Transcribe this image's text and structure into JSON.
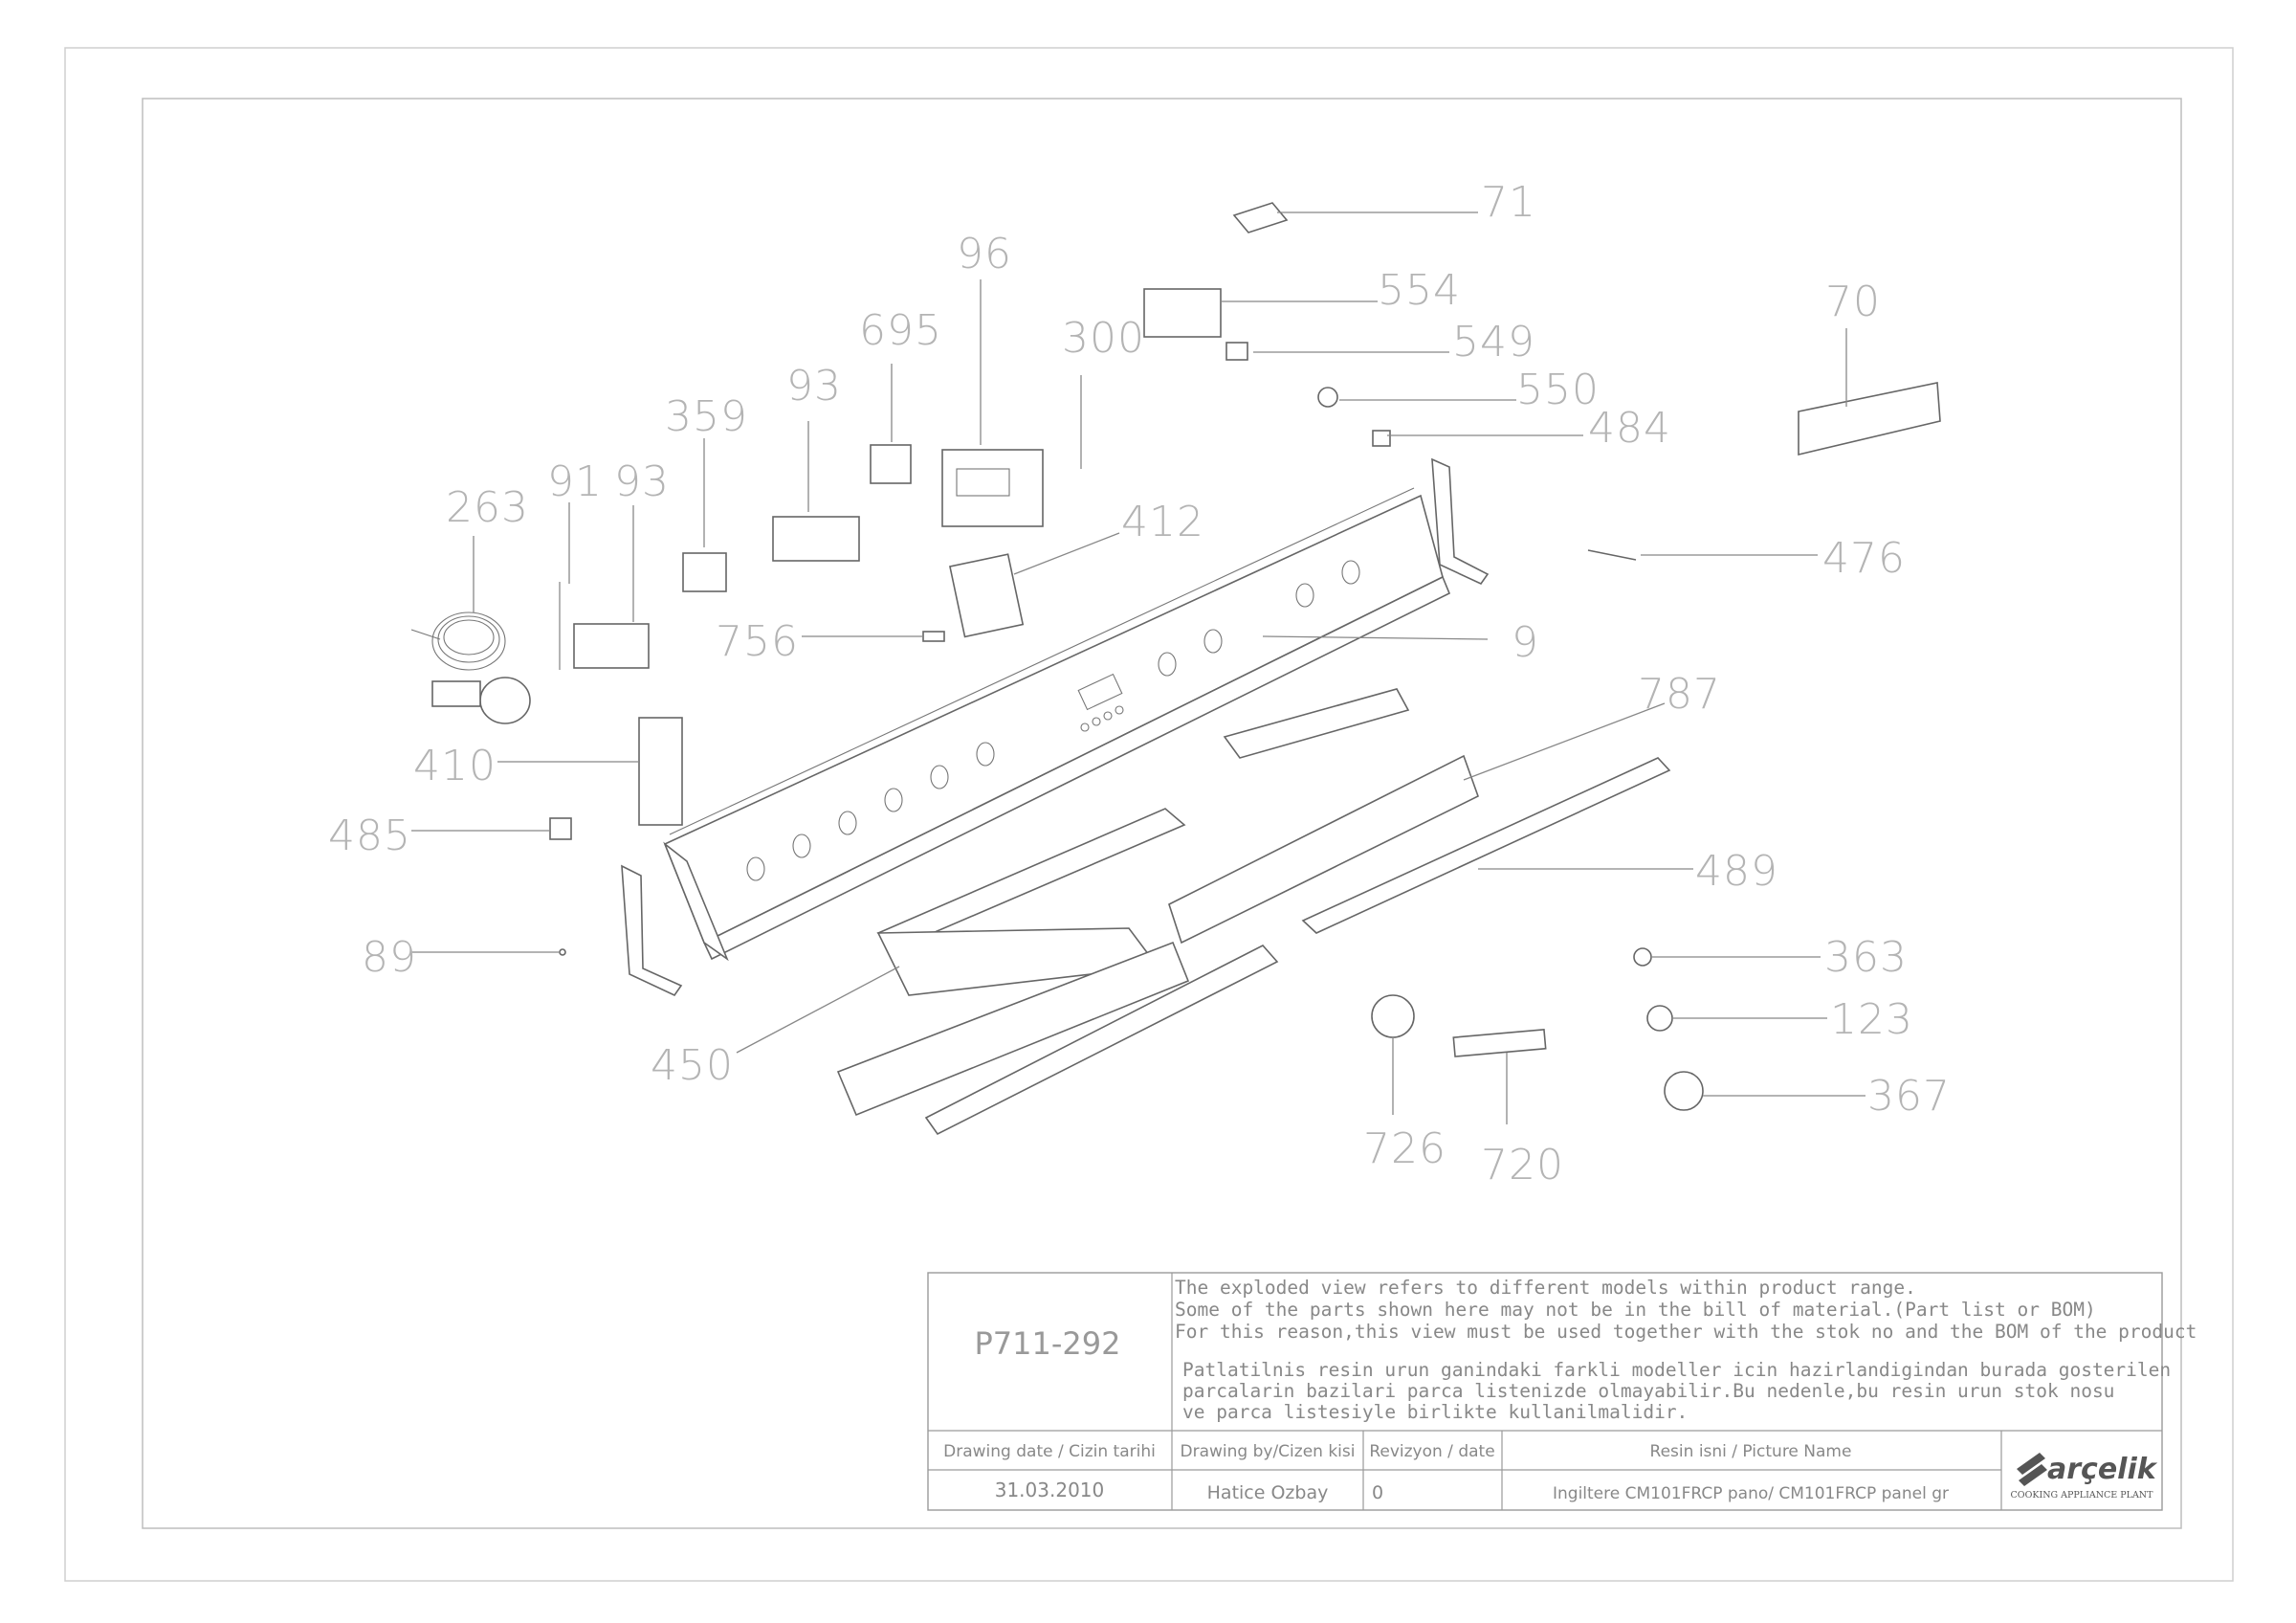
{
  "parts": [
    {
      "id": "71",
      "label": "71"
    },
    {
      "id": "96",
      "label": "96"
    },
    {
      "id": "554",
      "label": "554"
    },
    {
      "id": "70",
      "label": "70"
    },
    {
      "id": "695",
      "label": "695"
    },
    {
      "id": "300",
      "label": "300"
    },
    {
      "id": "549",
      "label": "549"
    },
    {
      "id": "550",
      "label": "550"
    },
    {
      "id": "93a",
      "label": "93"
    },
    {
      "id": "484",
      "label": "484"
    },
    {
      "id": "359",
      "label": "359"
    },
    {
      "id": "263",
      "label": "263"
    },
    {
      "id": "91",
      "label": "91"
    },
    {
      "id": "93b",
      "label": "93"
    },
    {
      "id": "412",
      "label": "412"
    },
    {
      "id": "476",
      "label": "476"
    },
    {
      "id": "756",
      "label": "756"
    },
    {
      "id": "9",
      "label": "9"
    },
    {
      "id": "787",
      "label": "787"
    },
    {
      "id": "410",
      "label": "410"
    },
    {
      "id": "485",
      "label": "485"
    },
    {
      "id": "489",
      "label": "489"
    },
    {
      "id": "89",
      "label": "89"
    },
    {
      "id": "363",
      "label": "363"
    },
    {
      "id": "123",
      "label": "123"
    },
    {
      "id": "450",
      "label": "450"
    },
    {
      "id": "367",
      "label": "367"
    },
    {
      "id": "726",
      "label": "726"
    },
    {
      "id": "720",
      "label": "720"
    }
  ],
  "titleblock": {
    "code": "P711-292",
    "note_en_1": "The exploded view refers to different models within product range.",
    "note_en_2": "Some of the parts shown here may not be in the bill of material.(Part list or BOM)",
    "note_en_3": "For this reason,this view must be used together with the stok no and the BOM of the product",
    "note_tr_1": "Patlatilnis resin urun ganindaki farkli modeller icin hazirlandigindan burada gosterilen",
    "note_tr_2": "parcalarin bazilari parca listenizde olmayabilir.Bu nedenle,bu resin urun stok nosu",
    "note_tr_3": "ve parca listesiyle birlikte kullanilmalidir.",
    "date_header": "Drawing date / Cizin tarihi",
    "by_header": "Drawing by/Cizen kisi",
    "rev_header": "Revizyon / date",
    "name_header": "Resin isni / Picture Name",
    "date_value": "31.03.2010",
    "by_value": "Hatice Ozbay",
    "rev_value": "0",
    "name_value": "Ingiltere CM101FRCP pano/ CM101FRCP panel gr",
    "brand": "arçelik",
    "brand_sub": "COOKING APPLIANCE PLANT"
  }
}
